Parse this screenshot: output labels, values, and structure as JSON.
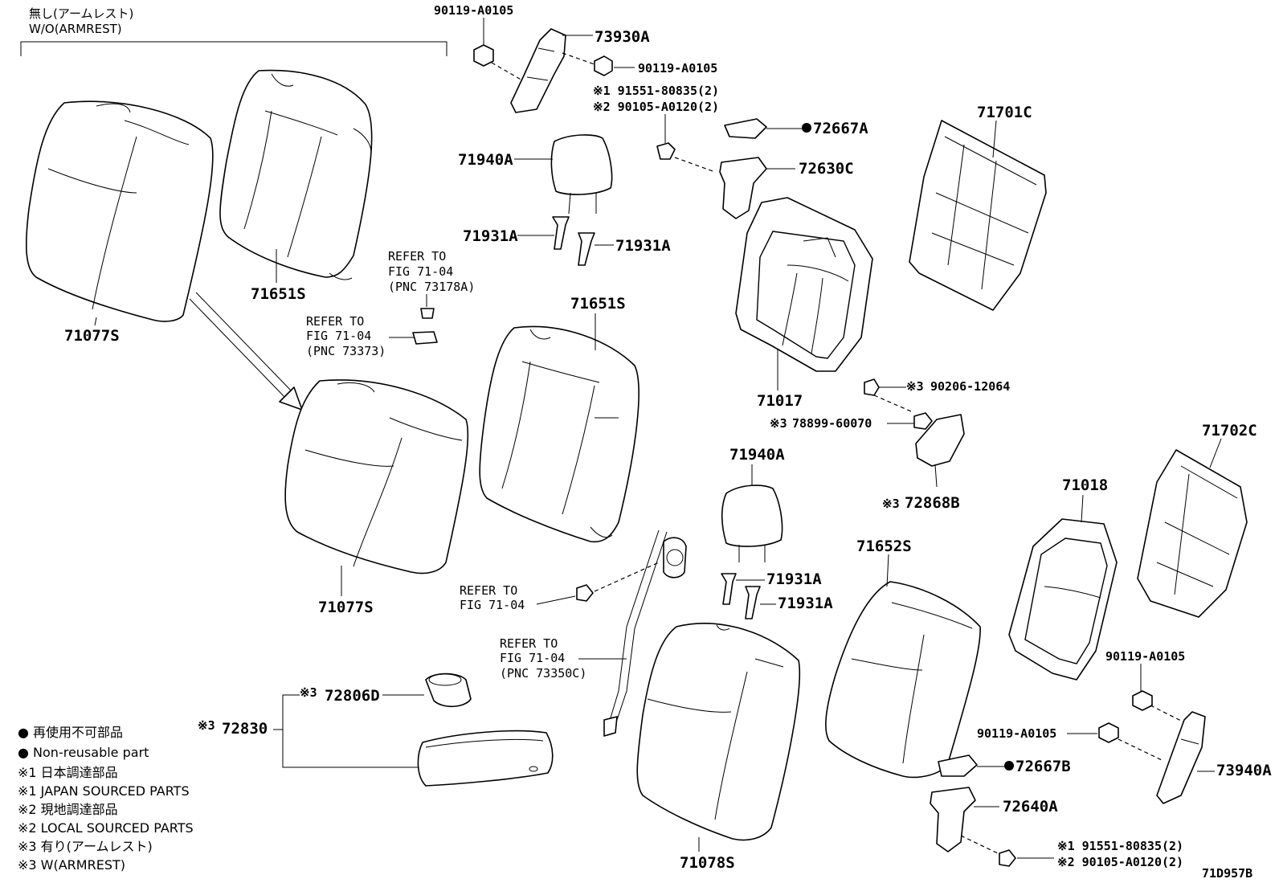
{
  "header": {
    "jp": "無し(アームレスト)",
    "en": "W/O(ARMREST)"
  },
  "parts": {
    "p90119_a": "90119-A0105",
    "p73930A": "73930A",
    "p90119_b": "90119-A0105",
    "note_1a": "※1 91551-80835(2)",
    "note_2a": "※2 90105-A0120(2)",
    "p72667A": "72667A",
    "p72630C": "72630C",
    "p71701C": "71701C",
    "p71940A_top": "71940A",
    "p71931A_l": "71931A",
    "p71931A_r": "71931A",
    "p71651S_top": "71651S",
    "p71077S_top": "71077S",
    "p71651S_mid": "71651S",
    "p71017": "71017",
    "p90206": "90206-12064",
    "p78899": "78899-60070",
    "p72868B": "72868B",
    "p71940A_mid": "71940A",
    "p71702C": "71702C",
    "p71018": "71018",
    "p71652S": "71652S",
    "p71931A_m1": "71931A",
    "p71931A_m2": "71931A",
    "p71077S_mid": "71077S",
    "p72806D": "72806D",
    "p72830": "72830",
    "p90119_c": "90119-A0105",
    "p90119_d": "90119-A0105",
    "p72667B": "72667B",
    "p73940A": "73940A",
    "p72640A": "72640A",
    "note_1b": "※1 91551-80835(2)",
    "note_2b": "※2 90105-A0120(2)",
    "p71078S": "71078S",
    "mark3": "※3",
    "diagram_id": "71D957B"
  },
  "refs": {
    "r1": [
      "REFER TO",
      "FIG 71-04",
      "(PNC 73178A)"
    ],
    "r2": [
      "REFER TO",
      "FIG 71-04",
      "(PNC 73373)"
    ],
    "r3": [
      "REFER TO",
      "FIG 71-04"
    ],
    "r4": [
      "REFER TO",
      "FIG 71-04",
      "(PNC 73350C)"
    ]
  },
  "legend": [
    "● 再使用不可部品",
    "● Non-reusable part",
    "※1 日本調達部品",
    "※1 JAPAN SOURCED PARTS",
    "※2 現地調達部品",
    "※2 LOCAL SOURCED PARTS",
    "※3 有り(アームレスト)",
    "※3 W(ARMREST)"
  ]
}
